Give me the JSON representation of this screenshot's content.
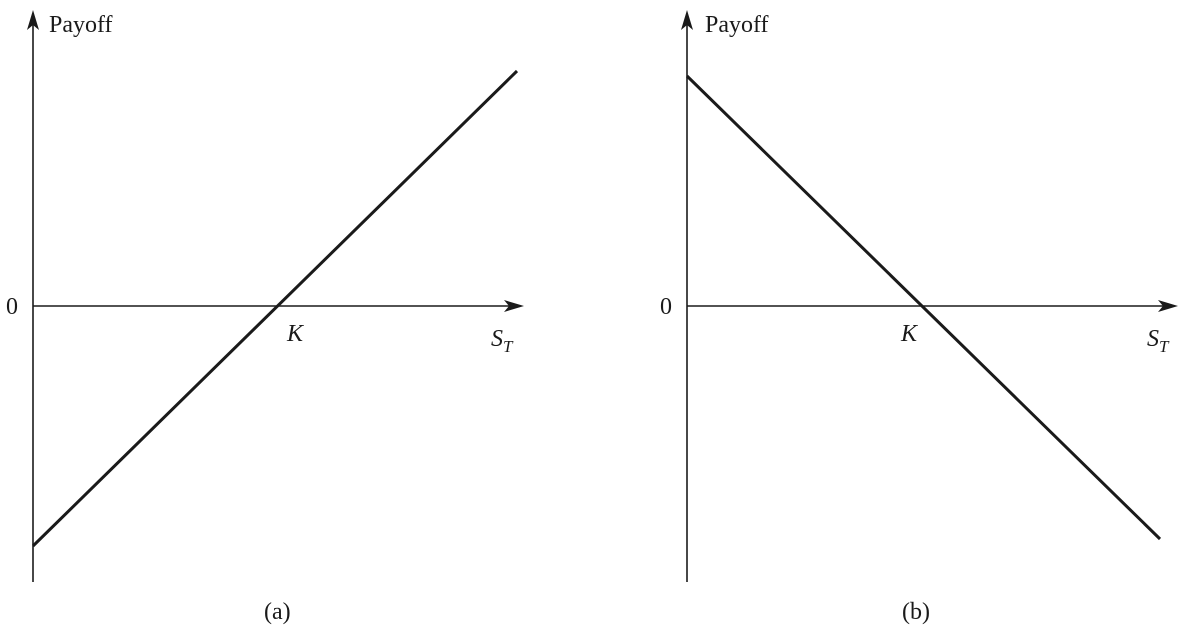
{
  "panels": [
    {
      "id": "a",
      "caption": "(a)",
      "y_axis_label": "Payoff",
      "zero_label": "0",
      "strike_label": "K",
      "x_axis_label_main": "S",
      "x_axis_label_sub": "T",
      "payoff_direction": "increasing"
    },
    {
      "id": "b",
      "caption": "(b)",
      "y_axis_label": "Payoff",
      "zero_label": "0",
      "strike_label": "K",
      "x_axis_label_main": "S",
      "x_axis_label_sub": "T",
      "payoff_direction": "decreasing"
    }
  ],
  "colors": {
    "ink": "#1a1a1a",
    "background": "#ffffff"
  }
}
